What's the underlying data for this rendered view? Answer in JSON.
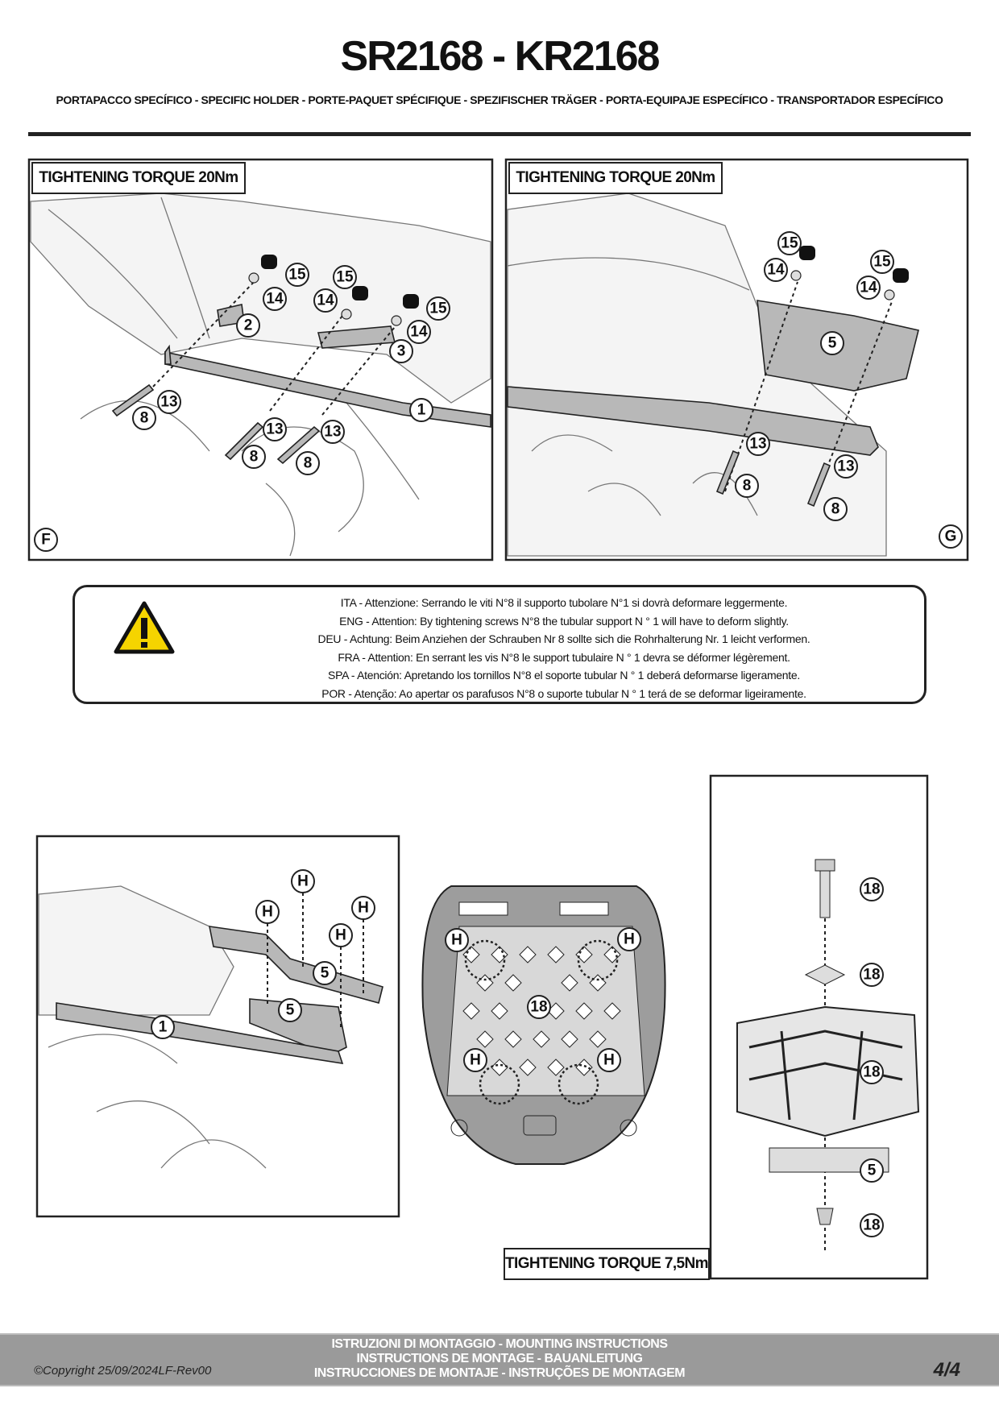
{
  "header": {
    "title": "SR2168 - KR2168",
    "subtitle": "PORTAPACCO SPECÍFICO - SPECIFIC HOLDER - PORTE-PAQUET SPÉCIFIQUE - SPEZIFISCHER TRÄGER - PORTA-EQUIPAJE ESPECÍFICO - TRANSPORTADOR ESPECÍFICO"
  },
  "panel_f": {
    "torque": "TIGHTENING TORQUE 20Nm",
    "letter": "F",
    "callouts": [
      "15",
      "14",
      "2",
      "15",
      "14",
      "3",
      "15",
      "14",
      "1",
      "13",
      "8",
      "13",
      "8",
      "13",
      "8"
    ]
  },
  "panel_g": {
    "torque": "TIGHTENING TORQUE 20Nm",
    "letter": "G",
    "callouts": [
      "15",
      "14",
      "15",
      "14",
      "5",
      "13",
      "8",
      "13",
      "8"
    ]
  },
  "warning": {
    "icon": "warning-triangle-icon",
    "lines": [
      "ITA - Attenzione: Serrando le viti N°8 il supporto tubolare N°1 si dovrà deformare leggermente.",
      "ENG - Attention: By tightening screws N°8 the tubular support N ° 1 will have to deform slightly.",
      "DEU - Achtung: Beim Anziehen der Schrauben Nr 8 sollte sich die Rohrhalterung Nr. 1 leicht verformen.",
      "FRA - Attention: En serrant les vis N°8 le support tubulaire N ° 1 devra se déformer légèrement.",
      "SPA - Atención: Apretando los tornillos N°8 el soporte tubular N ° 1 deberá deformarse ligeramente.",
      "POR - Atenção: Ao apertar os parafusos N°8 o suporte tubular N ° 1 terá de se deformar ligeiramente."
    ]
  },
  "panel_bottom_left": {
    "callouts": [
      "H",
      "H",
      "H",
      "H",
      "5",
      "5",
      "1"
    ]
  },
  "top_case": {
    "callouts": [
      "H",
      "H",
      "18",
      "H",
      "H"
    ]
  },
  "panel_right": {
    "callouts": [
      "18",
      "18",
      "18",
      "5",
      "18"
    ],
    "torque": "TIGHTENING TORQUE 7,5Nm"
  },
  "footer": {
    "lines": [
      "ISTRUZIONI DI MONTAGGIO  -  MOUNTING INSTRUCTIONS",
      "INSTRUCTIONS DE MONTAGE - BAUANLEITUNG",
      "INSTRUCCIONES DE MONTAJE - INSTRUÇÕES DE MONTAGEM"
    ],
    "copyright": "©Copyright 25/09/2024LF-Rev00",
    "page": "4/4"
  },
  "colors": {
    "footer_bg": "#9a9a9a",
    "warning_yellow": "#f5d400",
    "part_grey": "#b8b8b8"
  }
}
